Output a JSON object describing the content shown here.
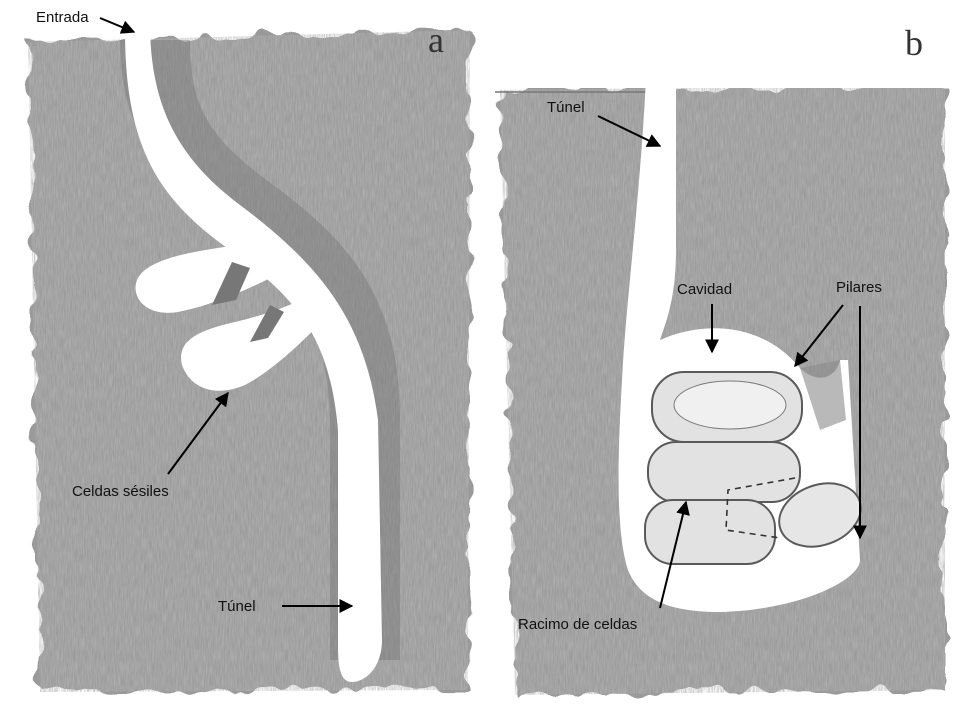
{
  "panels": {
    "a": {
      "letter": "a",
      "labels": {
        "entrada": "Entrada",
        "celdas_sesiles": "Celdas sésiles",
        "tunel": "Túnel"
      }
    },
    "b": {
      "letter": "b",
      "labels": {
        "tunel": "Túnel",
        "cavidad": "Cavidad",
        "pilares": "Pilares",
        "racimo": "Racimo de celdas"
      }
    }
  },
  "colors": {
    "soil": "#8f8f8f",
    "soil_dark": "#6e6e6e",
    "cavity": "#ffffff",
    "cell_fill": "#e2e2e2",
    "cell_stroke": "#5a5a5a",
    "arrow": "#000000"
  }
}
